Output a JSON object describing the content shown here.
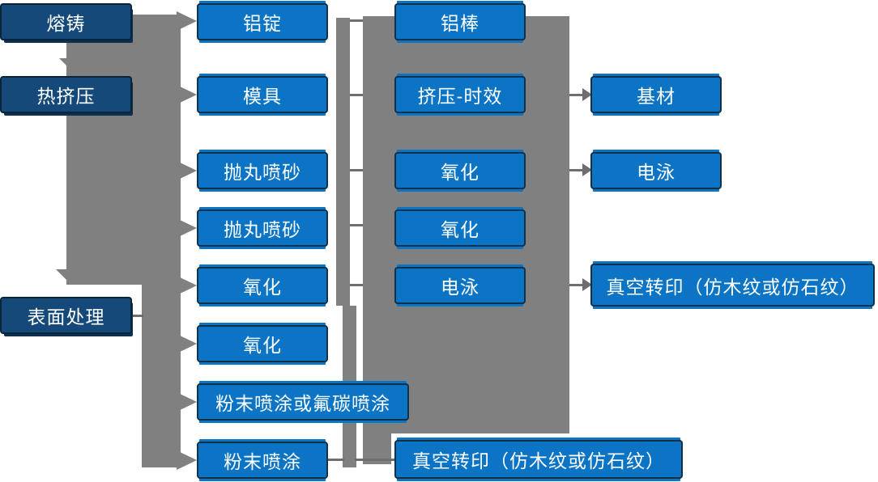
{
  "colors": {
    "process_box_blue": "#0b74c4",
    "stage_box_navy": "#15497a",
    "box_border": "#123047",
    "connector_gray": "#808080",
    "thin_line_gray": "#6e6e6e",
    "text": "#ffffff",
    "background": "#ffffff"
  },
  "nodes": {
    "melting_casting": {
      "label": "熔铸"
    },
    "hot_extrusion": {
      "label": "热挤压"
    },
    "surface_treatment": {
      "label": "表面处理"
    },
    "aluminum_ingot": {
      "label": "铝锭"
    },
    "mold": {
      "label": "模具"
    },
    "shot_blasting_1": {
      "label": "抛丸喷砂"
    },
    "shot_blasting_2": {
      "label": "抛丸喷砂"
    },
    "oxidation_c2_1": {
      "label": "氧化"
    },
    "oxidation_c2_2": {
      "label": "氧化"
    },
    "powder_or_fluorocarbon_coating": {
      "label": "粉末喷涂或氟碳喷涂"
    },
    "powder_coating": {
      "label": "粉末喷涂"
    },
    "aluminum_rod": {
      "label": "铝棒"
    },
    "extrusion_aging": {
      "label": "挤压-时效"
    },
    "oxidation_c3_1": {
      "label": "氧化"
    },
    "oxidation_c3_2": {
      "label": "氧化"
    },
    "electrophoresis_c3": {
      "label": "电泳"
    },
    "vacuum_transfer_bottom": {
      "label": "真空转印（仿木纹或仿石纹）"
    },
    "substrate": {
      "label": "基材"
    },
    "electrophoresis_c4": {
      "label": "电泳"
    },
    "vacuum_transfer_right": {
      "label": "真空转印（仿木纹或仿石纹）"
    }
  }
}
